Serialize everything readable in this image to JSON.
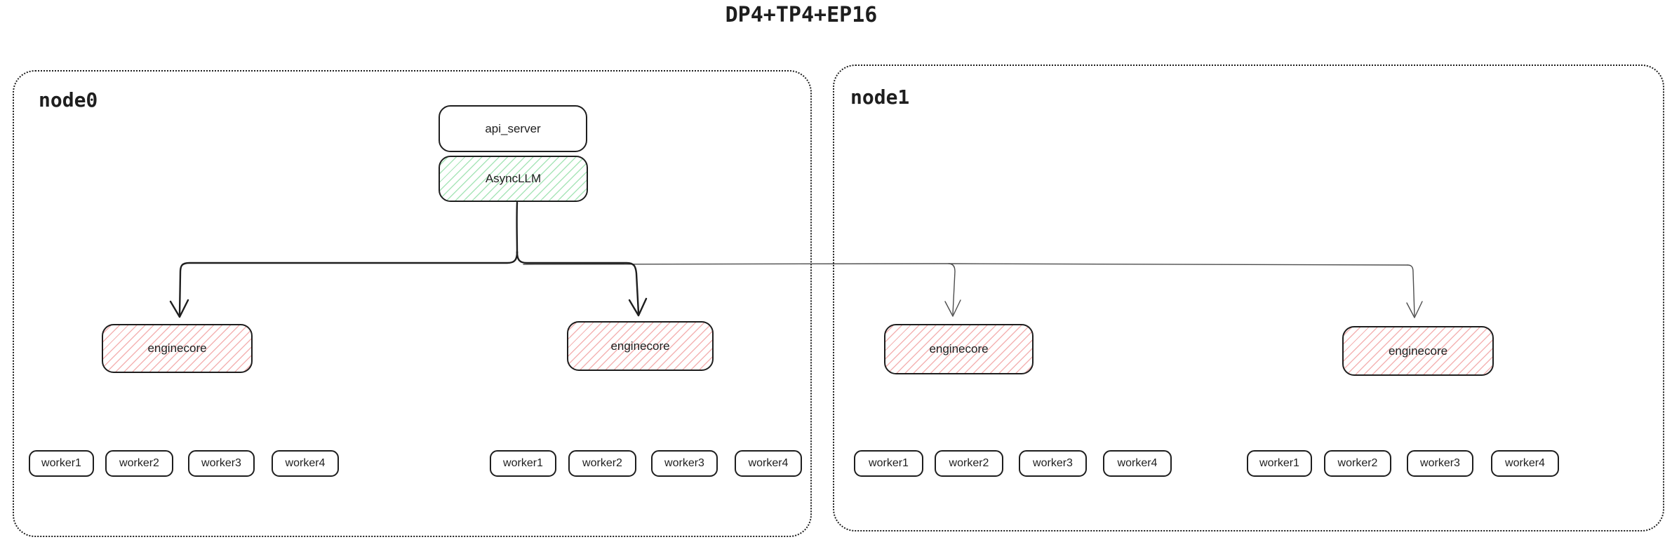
{
  "title": "DP4+TP4+EP16",
  "nodes": [
    {
      "label": "node0",
      "api_server": "api_server",
      "async_llm": "AsyncLLM",
      "enginecores": [
        "enginecore",
        "enginecore"
      ],
      "worker_groups": [
        [
          "worker1",
          "worker2",
          "worker3",
          "worker4"
        ],
        [
          "worker1",
          "worker2",
          "worker3",
          "worker4"
        ]
      ]
    },
    {
      "label": "node1",
      "enginecores": [
        "enginecore",
        "enginecore"
      ],
      "worker_groups": [
        [
          "worker1",
          "worker2",
          "worker3",
          "worker4"
        ],
        [
          "worker1",
          "worker2",
          "worker3",
          "worker4"
        ]
      ]
    }
  ],
  "colors": {
    "stroke": "#1e1e1e",
    "green_hachure": "#a9e5b9",
    "red_hachure": "#f4b3b3",
    "thin_line": "#4d4d4d",
    "background": "#ffffff"
  }
}
